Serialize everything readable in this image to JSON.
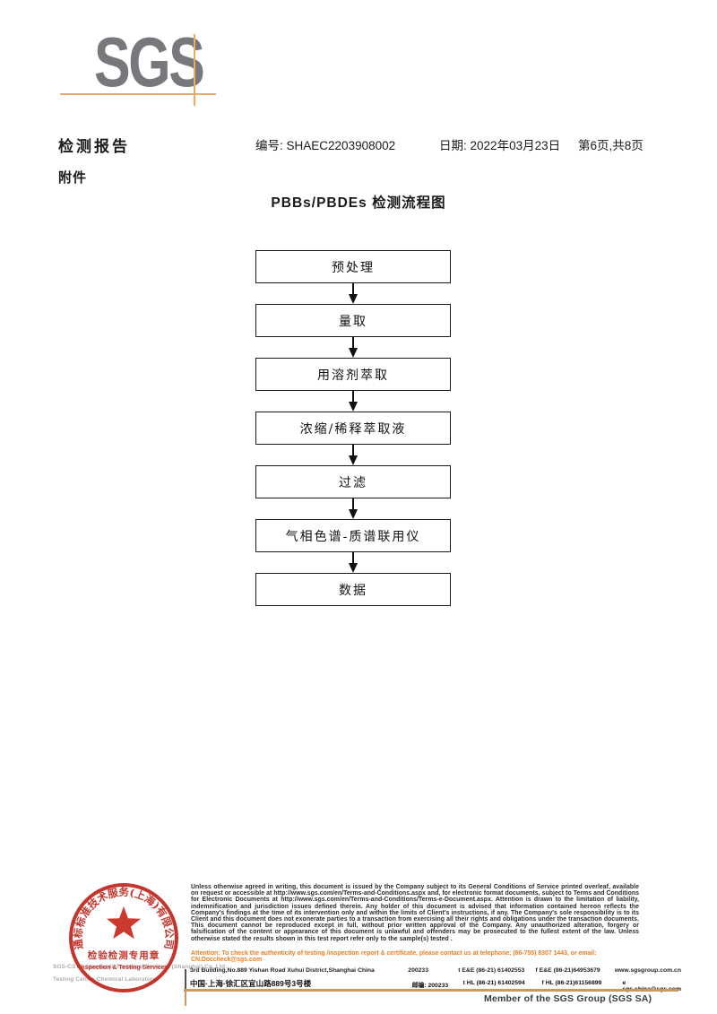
{
  "logo": {
    "text": "SGS"
  },
  "header": {
    "title": "检测报告",
    "report_no_label": "编号:",
    "report_no": "SHAEC2203908002",
    "date_label": "日期:",
    "date": "2022年03月23日",
    "pages": "第6页,共8页",
    "attachment": "附件"
  },
  "flowchart": {
    "title": "PBBs/PBDEs 检测流程图",
    "steps": [
      "预处理",
      "量取",
      "用溶剂萃取",
      "浓缩/稀释萃取液",
      "过滤",
      "气相色谱-质谱联用仪",
      "数据"
    ]
  },
  "stamp": {
    "arc_top": "通标标准技术服务(上海)有限公司",
    "line1": "检验检测专用章",
    "line2": "Inspection & Testing Services",
    "company_en_line1": "SGS-CSTC Standards Technical Services (Shanghai) Co.,Ltd.",
    "company_en_line2": "Testing Center-Chemical Laboratory."
  },
  "footer": {
    "disclaimer": "Unless otherwise agreed in writing, this document is issued by the Company subject to its General Conditions of Service printed overleaf, available on request or accessible at http://www.sgs.com/en/Terms-and-Conditions.aspx and, for electronic format documents, subject to Terms and Conditions for Electronic Documents at http://www.sgs.com/en/Terms-and-Conditions/Terms-e-Document.aspx. Attention is drawn to the limitation of liability, indemnification and jurisdiction issues defined therein. Any holder of this document is advised that information contained hereon reflects the Company's findings at the time of its intervention only and within the limits of Client's instructions, if any. The Company's sole responsibility is to its Client and this document does not exonerate parties to a transaction from exercising all their rights and obligations under the transaction documents. This document cannot be reproduced except in full, without prior written approval of the Company. Any unauthorized alteration, forgery or falsification of the content or appearance of this document is unlawful and offenders may be prosecuted to the fullest extent of the law. Unless otherwise stated the results shown in this test report refer only to the sample(s) tested .",
    "attention": "Attention: To check the authenticity of testing /inspection report & certificate, please contact us at telephone: (86-755) 8307 1443, or email: CN.Doccheck@sgs.com",
    "address_en": "3rd Building,No.889 Yishan Road Xuhui District,Shanghai China",
    "postcode_en": "200233",
    "tel_ee": "t E&E (86-21) 61402553",
    "fax_ee": "f E&E (86-21)64953679",
    "website": "www.sgsgroup.com.cn",
    "address_cn": "中国·上海·徐汇区宜山路889号3号楼",
    "postcode_cn": "邮编: 200233",
    "tel_hl": "t HL (86-21) 61402594",
    "fax_hl": "f HL (86-21)61156899",
    "email": "e  sgs.china@sgs.com",
    "member": "Member of the SGS Group (SGS SA)"
  },
  "colors": {
    "logo_gray": "#77787B",
    "accent_orange": "#EDAA64",
    "footer_tan": "#C99962",
    "stamp_red": "#C0261C",
    "attention_orange": "#E87E25"
  }
}
